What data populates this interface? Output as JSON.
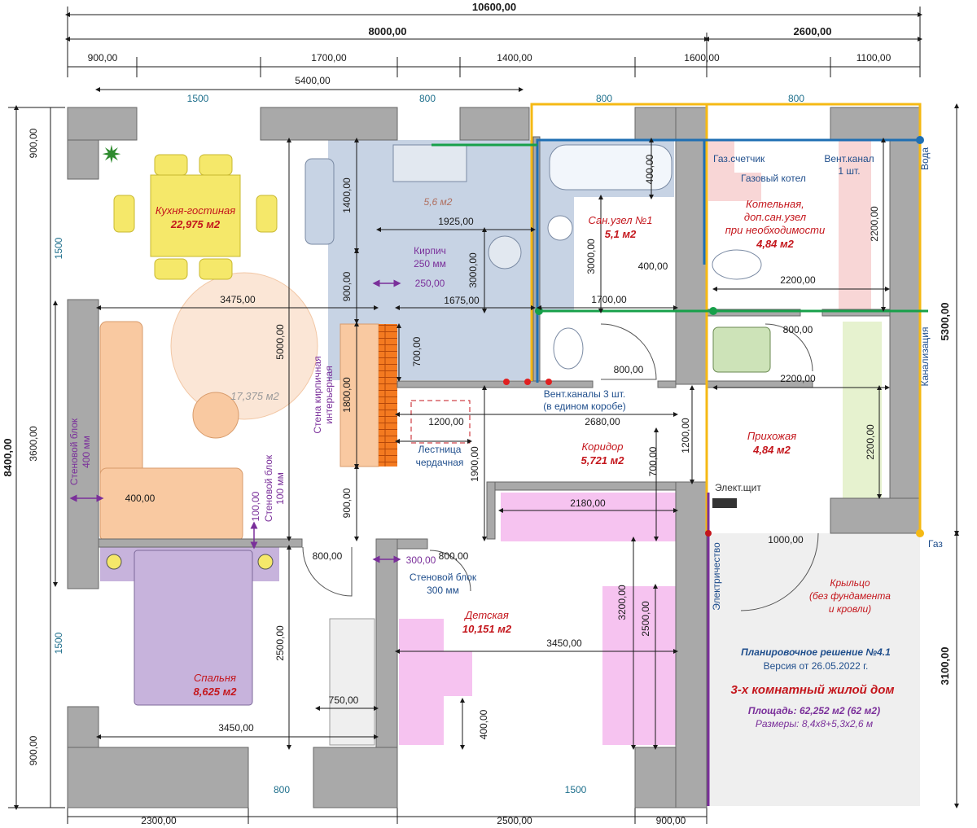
{
  "dimensions": {
    "overall_width": "10600,00",
    "main_width": "8000,00",
    "ext_width": "2600,00",
    "top": [
      "900,00",
      "1700,00",
      "1400,00",
      "1600,00",
      "1100,00"
    ],
    "inner_5400": "5400,00",
    "windows_top": [
      "1500",
      "800",
      "800",
      "800"
    ],
    "overall_height": "8400,00",
    "right_height": "5300,00",
    "porch_height": "3100,00",
    "left_segments": [
      "900,00",
      "3600,00",
      "900,00"
    ],
    "windows_left": [
      "1500",
      "1500"
    ],
    "bottom": [
      "2300,00",
      "2500,00",
      "900,00"
    ],
    "windows_bottom": [
      "800",
      "1500"
    ],
    "interior": {
      "d1400": "1400,00",
      "d900a": "900,00",
      "d1925": "1925,00",
      "d3000a": "3000,00",
      "d3000b": "3000,00",
      "d400a": "400,00",
      "d400b": "400,00",
      "d2200a": "2200,00",
      "d2200b": "2200,00",
      "d2200c": "2200,00",
      "d2200d": "2200,00",
      "d3475": "3475,00",
      "d1675": "1675,00",
      "d250": "250,00",
      "d1700": "1700,00",
      "d700a": "700,00",
      "d5000": "5000,00",
      "d1800": "1800,00",
      "d800a": "800,00",
      "d800b": "800,00",
      "d1200a": "1200,00",
      "d1200b": "1200,00",
      "d2680": "2680,00",
      "d1900": "1900,00",
      "d700b": "700,00",
      "d3600": "3600,00",
      "d400c": "400,00",
      "d100": "100,00",
      "d900b": "900,00",
      "d2180": "2180,00",
      "d800c": "800,00",
      "d300": "300,00",
      "d800d": "800,00",
      "d1000": "1000,00",
      "d3200": "3200,00",
      "d2500a": "2500,00",
      "d2500b": "2500,00",
      "d3450a": "3450,00",
      "d3450b": "3450,00",
      "d750": "750,00",
      "d400d": "400,00"
    }
  },
  "rooms": {
    "kitchen_name": "Кухня-гостиная",
    "kitchen_area": "22,975 м2",
    "living_area": "17,375 м2",
    "kitchen_part_area": "5,6 м2",
    "bath1_name": "Сан.узел №1",
    "bath1_area": "5,1 м2",
    "boiler_name_l1": "Котельная,",
    "boiler_name_l2": "доп.сан.узел",
    "boiler_name_l3": "при необходимости",
    "boiler_area": "4,84 м2",
    "corridor_name": "Коридор",
    "corridor_area": "5,721 м2",
    "hall_name": "Прихожая",
    "hall_area": "4,84 м2",
    "kids_name": "Детская",
    "kids_area": "10,151 м2",
    "bedroom_name": "Спальня",
    "bedroom_area": "8,625 м2"
  },
  "labels": {
    "gas_meter": "Газ.счетчик",
    "gas_boiler": "Газовый котел",
    "vent_single_l1": "Вент.канал",
    "vent_single_l2": "1 шт.",
    "water": "Вода",
    "sewer": "Канализация",
    "gas": "Газ",
    "brick_l1": "Кирпич",
    "brick_l2": "250 мм",
    "vent3_l1": "Вент.каналы 3 шт.",
    "vent3_l2": "(в едином коробе)",
    "stair_l1": "Лестница",
    "stair_l2": "чердачная",
    "brick_wall_l1": "Стена кирпичная",
    "brick_wall_l2": "интерьерная",
    "block400_l1": "Стеновой блок",
    "block400_l2": "400 мм",
    "block100_l1": "Стеновой блок",
    "block100_l2": "100 мм",
    "block300_l1": "Стеновой блок",
    "block300_l2": "300 мм",
    "electric_panel": "Элект.щит",
    "electricity": "Электричество",
    "porch_l1": "Крыльцо",
    "porch_l2": "(без фундамента",
    "porch_l3": "и кровли)"
  },
  "info": {
    "plan": "Планировочное решение №4.1",
    "version": "Версия от 26.05.2022 г.",
    "title": "3-х комнатный жилой дом",
    "area": "Площадь: 62,252 м2 (62 м2)",
    "size": "Размеры: 8,4х8+5,3х2,6 м"
  },
  "colors": {
    "wall": "#a9a9a9",
    "kitchen_floor": "#c7d3e4",
    "sofa": "#f9c9a1",
    "table": "#f5e86a",
    "bed": "#c7b3dc",
    "kids_furniture": "#f6c3f0",
    "brick": "#f47a20",
    "boiler_room": "#f8d6d6",
    "hall_closet": "#e6f2cf",
    "water": "#1f6fb3",
    "vent": "#17a04a",
    "gas_line": "#f5b914",
    "electric": "#7a2f9a"
  }
}
